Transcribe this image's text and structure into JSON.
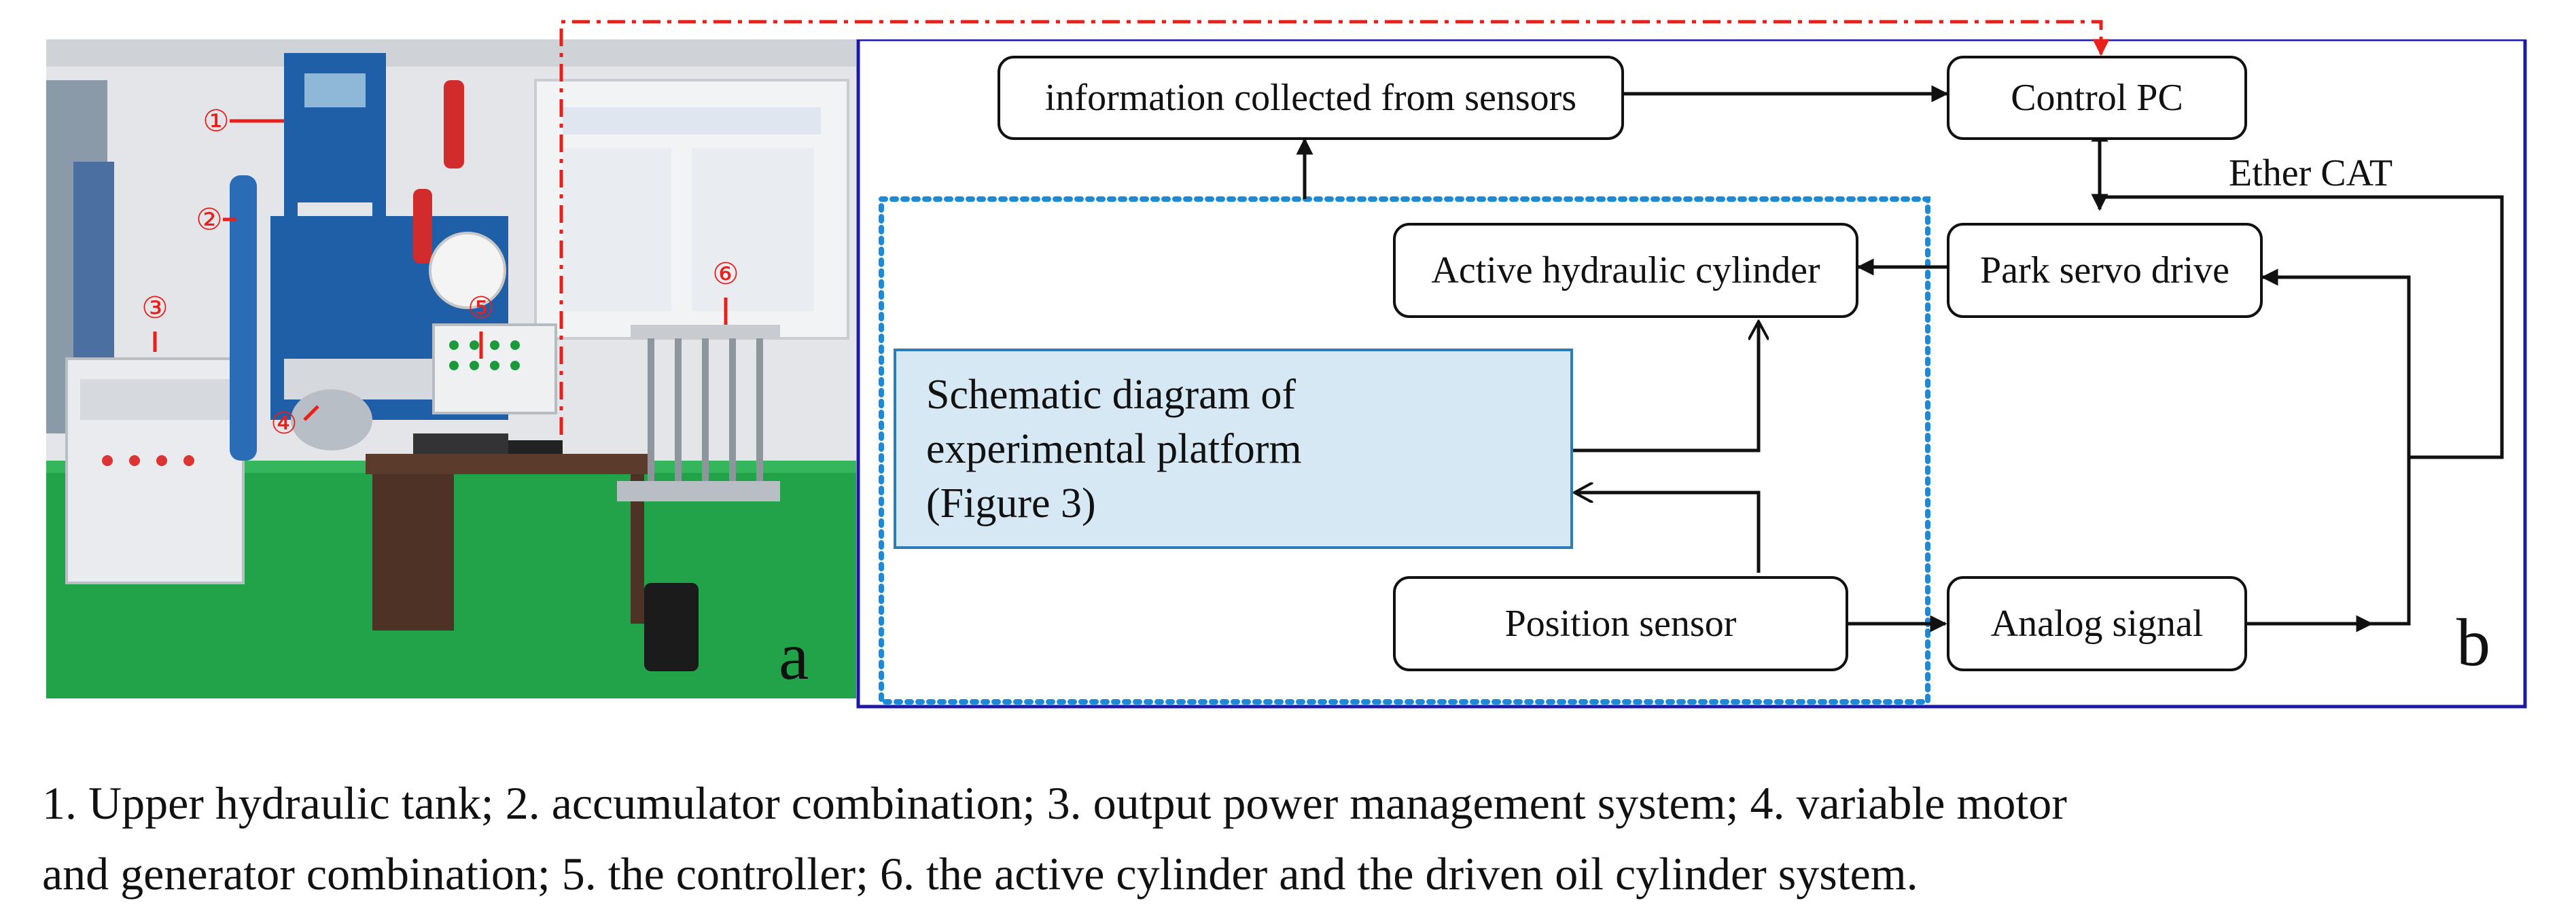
{
  "figure": {
    "panel_a": {
      "letter": "a",
      "markers": [
        "①",
        "②",
        "③",
        "④",
        "⑤",
        "⑥"
      ],
      "colors": {
        "marker": "#e8201c",
        "floor": "#23a84a",
        "machine_blue": "#1f5fa8",
        "wall": "#e6e8ea"
      }
    },
    "panel_b": {
      "letter": "b",
      "nodes": {
        "sensors": "information collected from sensors",
        "control_pc": "Control PC",
        "cylinder": "Active hydraulic cylinder",
        "servo": "Park servo drive",
        "position": "Position sensor",
        "analog": "Analog signal"
      },
      "note_lines": [
        "Schematic diagram of",
        "experimental platform",
        "(Figure 3)"
      ],
      "ethercat_label": "Ether CAT",
      "colors": {
        "frame": "#1a1aa6",
        "dotted_region": "#1c8ad6",
        "note_fill": "#d6e8f4",
        "note_border": "#2e7bb5",
        "link": "#e8201c"
      }
    },
    "caption_lines": [
      "1. Upper hydraulic tank; 2. accumulator combination; 3. output power management system; 4. variable motor",
      "and generator combination; 5. the controller; 6. the active cylinder and the driven oil cylinder system."
    ]
  }
}
